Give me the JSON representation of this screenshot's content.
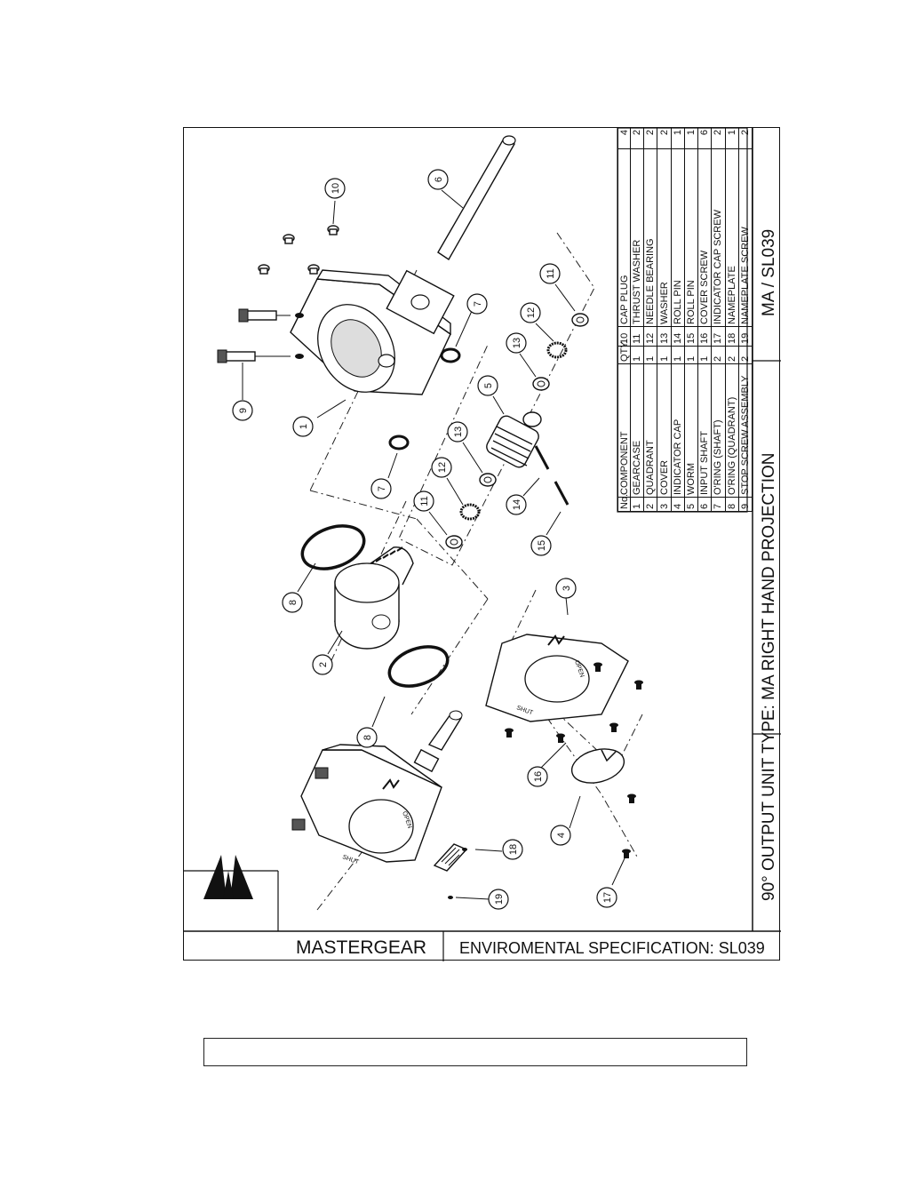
{
  "brand": "MASTERGEAR",
  "spec_line": "ENVIROMENTAL SPECIFICATION: SL039",
  "type_line": "90° OUTPUT UNIT     TYPE: MA RIGHT HAND PROJECTION",
  "model": "MA / SL039",
  "bom_headers": {
    "no": "No.",
    "component": "COMPONENT",
    "qty": "QTY."
  },
  "bom_left": [
    {
      "no": "1",
      "component": "GEARCASE",
      "qty": "1"
    },
    {
      "no": "2",
      "component": "QUADRANT",
      "qty": "1"
    },
    {
      "no": "3",
      "component": "COVER",
      "qty": "1"
    },
    {
      "no": "4",
      "component": "INDICATOR CAP",
      "qty": "1"
    },
    {
      "no": "5",
      "component": "WORM",
      "qty": "1"
    },
    {
      "no": "6",
      "component": "INPUT SHAFT",
      "qty": "1"
    },
    {
      "no": "7",
      "component": "O'RING (SHAFT)",
      "qty": "2"
    },
    {
      "no": "8",
      "component": "O'RING (QUADRANT)",
      "qty": "2"
    },
    {
      "no": "9",
      "component": "STOP SCREW ASSEMBLY",
      "qty": "2"
    }
  ],
  "bom_right": [
    {
      "no": "10",
      "component": "CAP PLUG",
      "qty": "4"
    },
    {
      "no": "11",
      "component": "THRUST WASHER",
      "qty": "2"
    },
    {
      "no": "12",
      "component": "NEEDLE BEARING",
      "qty": "2"
    },
    {
      "no": "13",
      "component": "WASHER",
      "qty": "2"
    },
    {
      "no": "14",
      "component": "ROLL PIN",
      "qty": "1"
    },
    {
      "no": "15",
      "component": "ROLL PIN",
      "qty": "1"
    },
    {
      "no": "16",
      "component": "COVER SCREW",
      "qty": "6"
    },
    {
      "no": "17",
      "component": "INDICATOR CAP SCREW",
      "qty": "2"
    },
    {
      "no": "18",
      "component": "NAMEPLATE",
      "qty": "1"
    },
    {
      "no": "19",
      "component": "NAMEPLATE SCREW",
      "qty": "2"
    }
  ],
  "callouts": [
    "1",
    "2",
    "3",
    "4",
    "5",
    "6",
    "7",
    "7",
    "8",
    "8",
    "9",
    "10",
    "11",
    "11",
    "12",
    "12",
    "13",
    "13",
    "14",
    "15",
    "16",
    "17",
    "18",
    "19"
  ],
  "shut_label": "SHUT",
  "open_label": "OPEN"
}
